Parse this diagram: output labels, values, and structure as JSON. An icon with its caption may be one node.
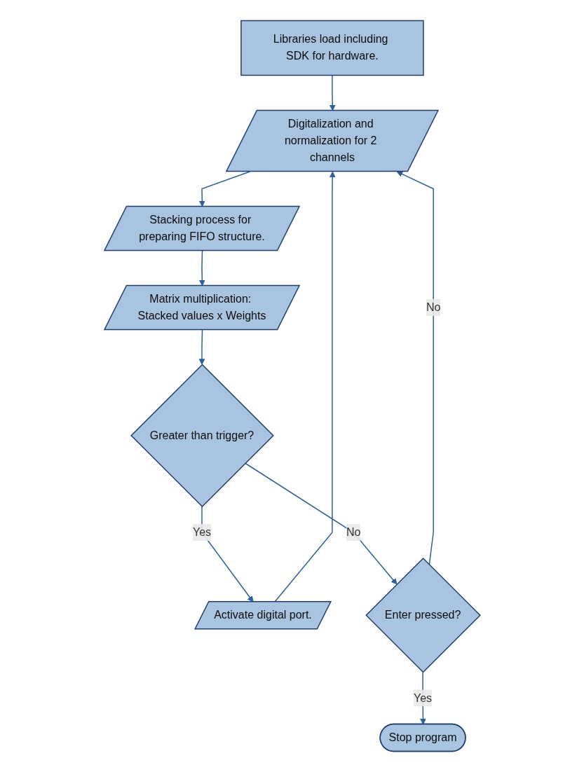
{
  "diagram": {
    "nodes": [
      {
        "text": [
          "Libraries load including SDK for hardware."
        ]
      },
      {
        "text": [
          "Digitalization and normalization for 2 channels"
        ]
      },
      {
        "text": [
          "Stacking process for preparing FIFO structure."
        ]
      },
      {
        "text": [
          "Matrix multiplication: Stacked values x Weights"
        ]
      },
      {
        "text": [
          "Greater than trigger?"
        ]
      },
      {
        "text": [
          "Activate digital port."
        ]
      },
      {
        "text": [
          "Enter pressed?"
        ]
      },
      {
        "text": [
          "Stop program"
        ]
      }
    ],
    "edges": [
      {
        "from": 0,
        "to": 1,
        "arrow": "to"
      },
      {
        "from": 1,
        "to": 2,
        "arrow": "to"
      },
      {
        "from": 2,
        "to": 3,
        "arrow": "to"
      },
      {
        "from": 3,
        "to": 4,
        "arrow": "to"
      },
      {
        "from": 4,
        "to": 5,
        "arrow": "to",
        "label": "Yes"
      },
      {
        "from": 5,
        "to": 1,
        "arrow": "to"
      },
      {
        "from": 4,
        "to": 6,
        "arrow": "to",
        "label": "No"
      },
      {
        "from": 6,
        "to": 1,
        "arrow": "to",
        "label": "No"
      },
      {
        "from": 6,
        "to": 7,
        "arrow": "to",
        "label": "Yes"
      }
    ]
  }
}
